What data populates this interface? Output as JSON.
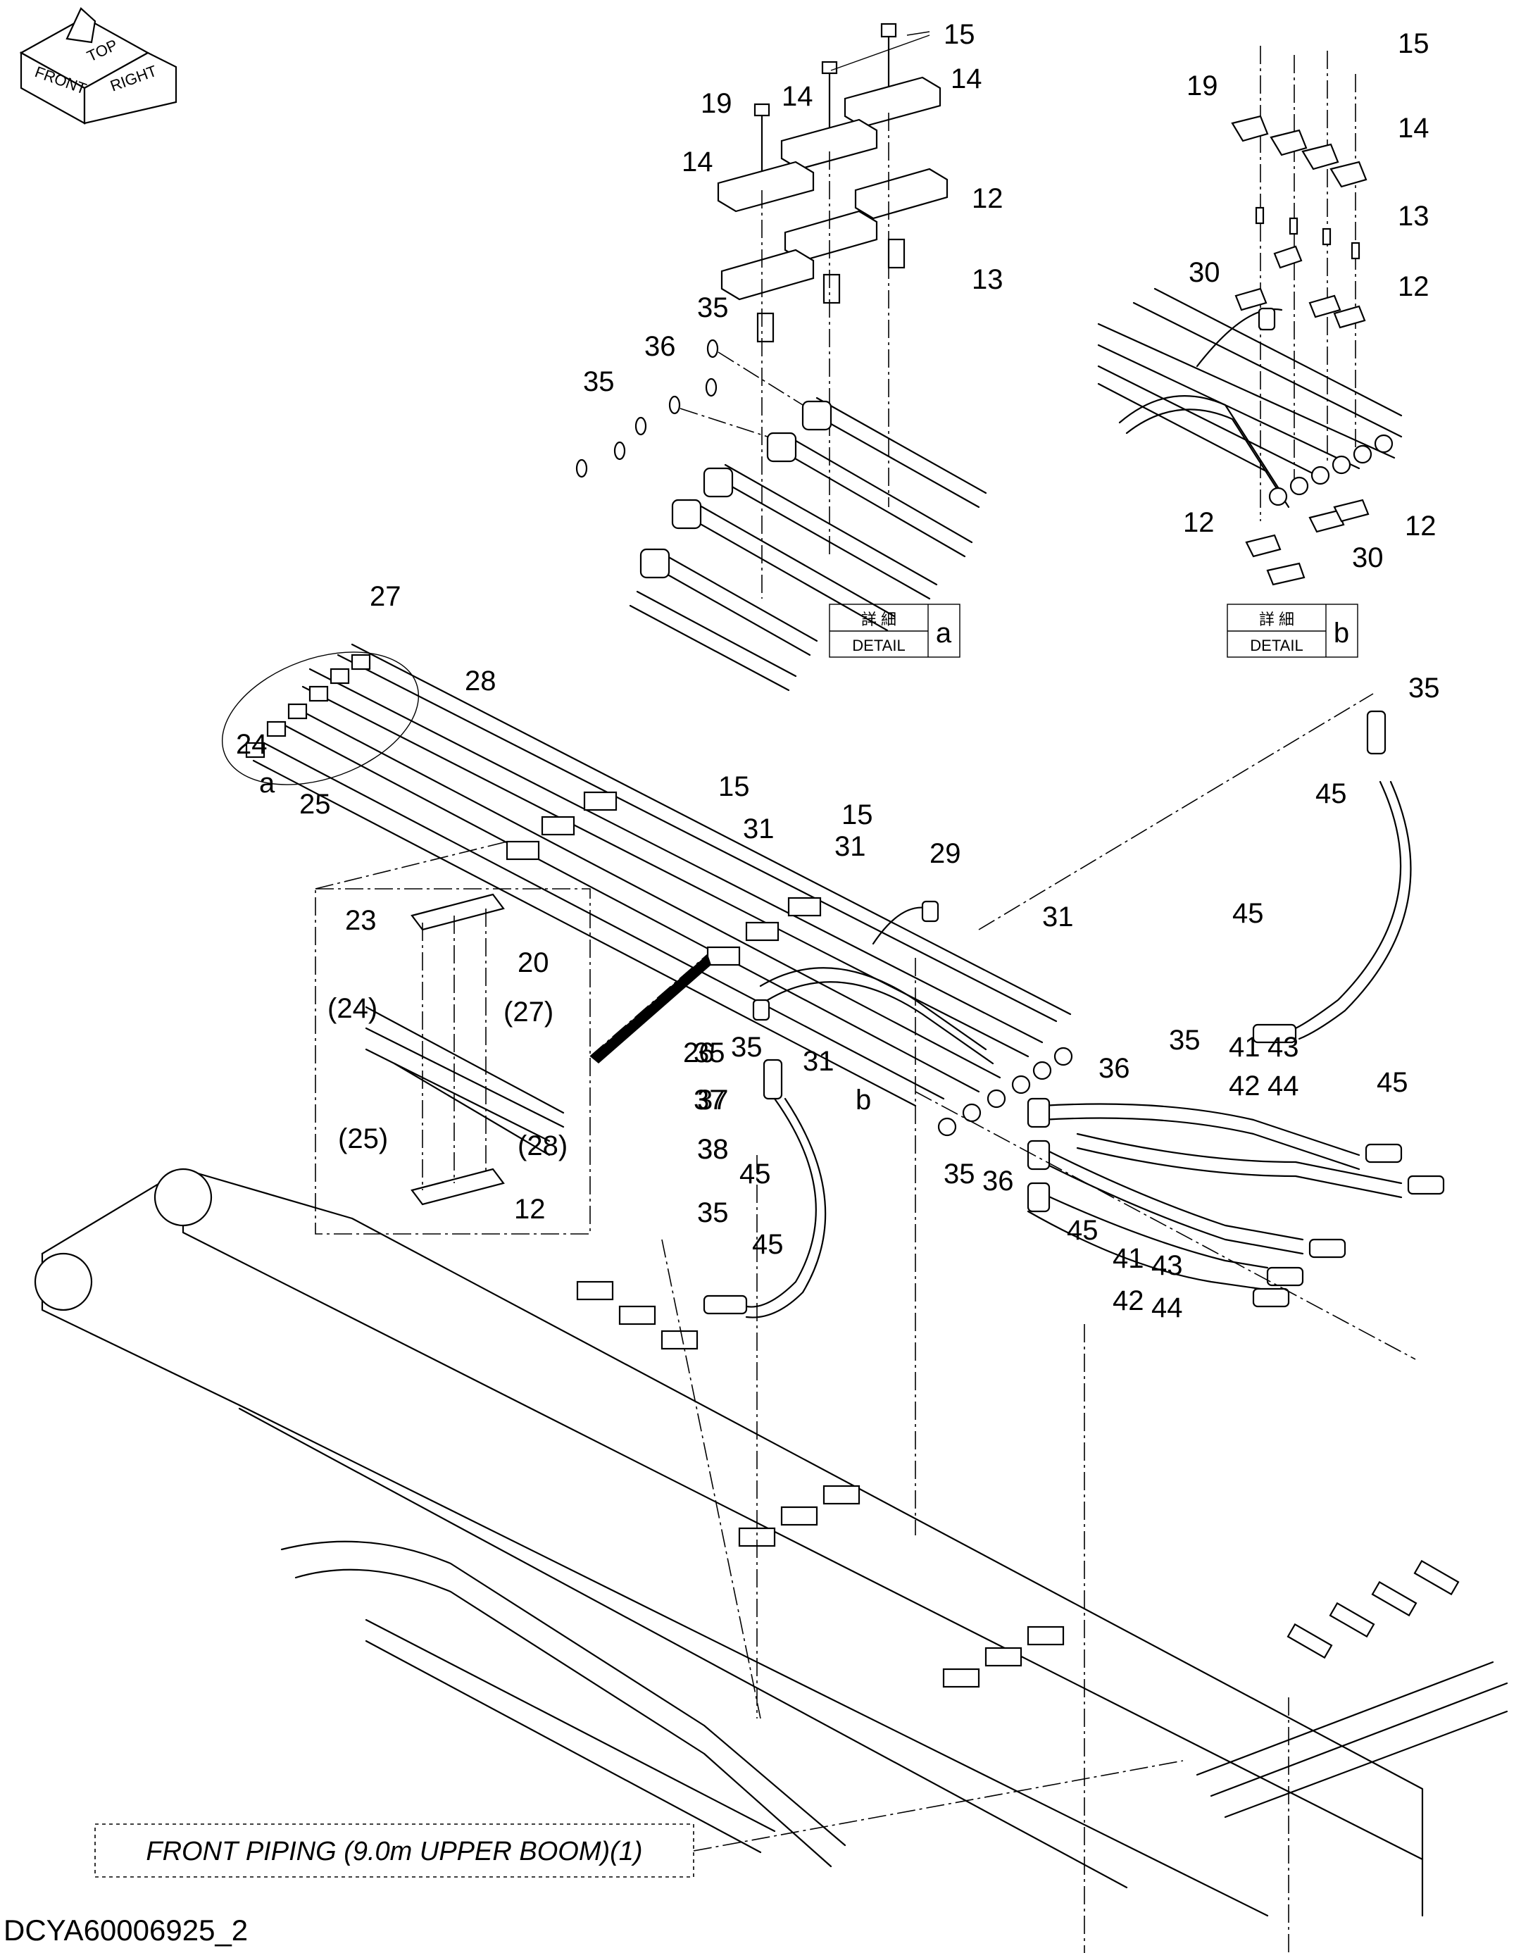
{
  "orientation_icon": {
    "labels": [
      "TOP",
      "FRONT",
      "RIGHT",
      "RIGHT",
      "FRONT",
      "TOP"
    ]
  },
  "title": "FRONT PIPING (9.0m UPPER BOOM)(1)",
  "document_id": "DCYA60006925_2",
  "details": [
    {
      "letter": "a",
      "jp": "詳 細",
      "en": "DETAIL"
    },
    {
      "letter": "b",
      "jp": "詳 細",
      "en": "DETAIL"
    }
  ],
  "callouts": {
    "detail_a": [
      "15",
      "14",
      "14",
      "19",
      "14",
      "12",
      "13",
      "35",
      "36",
      "35"
    ],
    "detail_b": [
      "15",
      "19",
      "14",
      "13",
      "30",
      "12",
      "12",
      "12",
      "30"
    ],
    "main": [
      "27",
      "28",
      "24",
      "a",
      "25",
      "15",
      "31",
      "15",
      "31",
      "29",
      "31",
      "35",
      "37",
      "38",
      "45",
      "35",
      "45",
      "26",
      "35",
      "31",
      "37",
      "38",
      "b",
      "45",
      "35",
      "45",
      "36",
      "35",
      "41",
      "42",
      "43",
      "44",
      "45",
      "35",
      "36",
      "45",
      "41",
      "42",
      "43",
      "44"
    ],
    "inset": [
      "23",
      "20",
      "(24)",
      "(27)",
      "(25)",
      "(28)",
      "12"
    ]
  }
}
